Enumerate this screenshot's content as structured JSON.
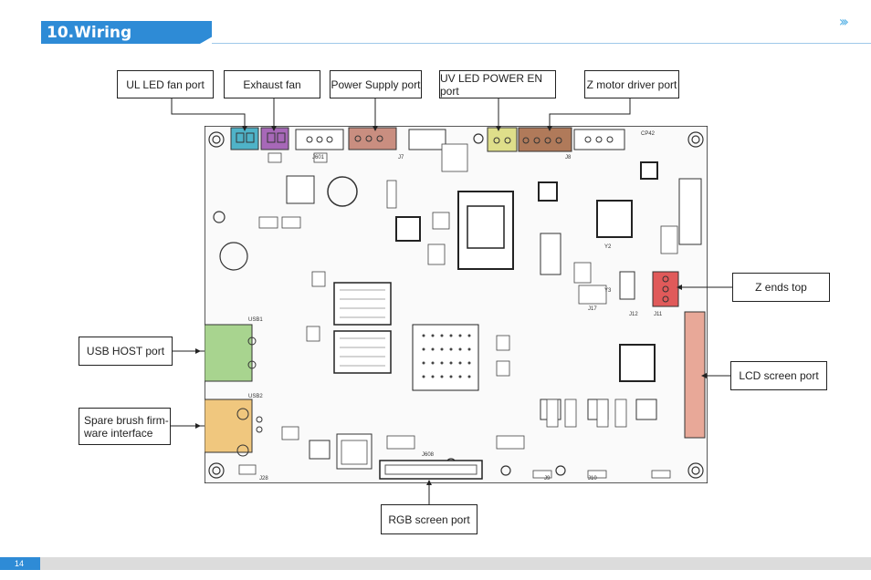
{
  "section": {
    "title": "10.Wiring Connection"
  },
  "labels": {
    "ul_led_fan": "UL LED fan port",
    "exhaust_fan": "Exhaust fan",
    "power_supply": "Power Supply port",
    "uv_led_power": "UV LED POWER EN port",
    "z_motor": "Z motor driver port",
    "z_ends_top": "Z ends top",
    "usb_host": "USB HOST port",
    "spare_brush": "Spare brush firm-ware interface",
    "lcd_screen": "LCD screen port",
    "rgb_screen": "RGB screen port"
  },
  "board": {
    "silkscreen": [
      "USB1",
      "USB2",
      "J608",
      "J601",
      "J7",
      "J8",
      "J11",
      "J12",
      "J17",
      "Y2",
      "Y3",
      "CP42",
      "J28",
      "J9",
      "J10"
    ]
  },
  "colors": {
    "accent": "#2e8bd6",
    "ul_led_fan": "#4fb3c8",
    "exhaust_fan": "#a768b8",
    "power_supply": "#c98e80",
    "uv_led_power": "#dede8a",
    "z_motor": "#b07a5a",
    "z_ends_top": "#e05a5a",
    "usb_host": "#a8d48f",
    "spare_brush": "#f0c77e",
    "lcd_screen": "#e8a898"
  },
  "page": {
    "number": "14"
  }
}
